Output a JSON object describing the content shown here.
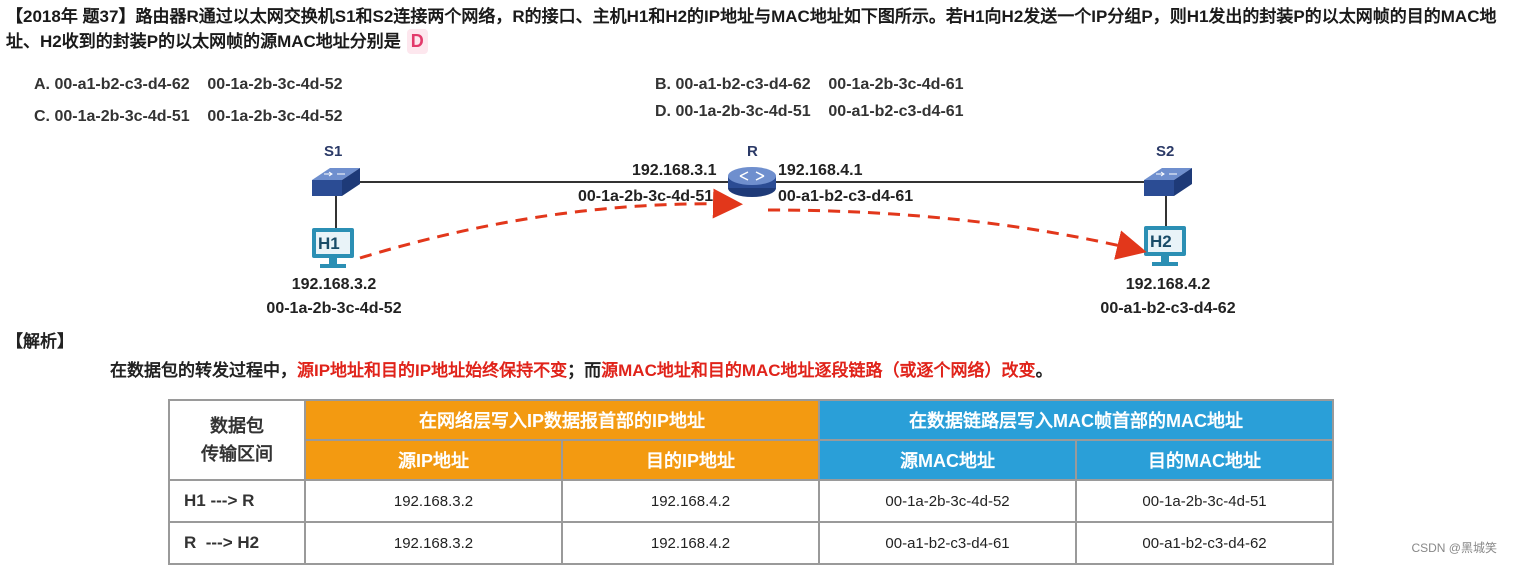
{
  "question": {
    "title": "【2018年 题37】路由器R通过以太网交换机S1和S2连接两个网络，R的接口、主机H1和H2的IP地址与MAC地址如下图所示。若H1向H2发送一个IP分组P，则H1发出的封装P的以太网帧的目的MAC地址、H2收到的封装P的以太网帧的源MAC地址分别是",
    "answer": "D",
    "options": {
      "A": "A. 00-a1-b2-c3-d4-62    00-1a-2b-3c-4d-52",
      "B": "B. 00-a1-b2-c3-d4-62    00-1a-2b-3c-4d-61",
      "C": "C. 00-1a-2b-3c-4d-51    00-1a-2b-3c-4d-52",
      "D": "D. 00-1a-2b-3c-4d-51    00-a1-b2-c3-d4-61"
    }
  },
  "diagram": {
    "s1_label": "S1",
    "s2_label": "S2",
    "r_label": "R",
    "h1_label": "H1",
    "h2_label": "H2",
    "r_left_ip": "192.168.3.1",
    "r_left_mac": "00-1a-2b-3c-4d-51",
    "r_right_ip": "192.168.4.1",
    "r_right_mac": "00-a1-b2-c3-d4-61",
    "h1_ip": "192.168.3.2",
    "h1_mac": "00-1a-2b-3c-4d-52",
    "h2_ip": "192.168.4.2",
    "h2_mac": "00-a1-b2-c3-d4-62",
    "colors": {
      "line": "#333333",
      "arrow": "#e2371b",
      "device": "#2b4c94",
      "host": "#2b8fb4"
    }
  },
  "analysis": {
    "heading": "【解析】",
    "part1": "在数据包的转发过程中，",
    "part2": "源IP地址和目的IP地址始终保持不变",
    "part3": "；而",
    "part4": "源MAC地址和目的MAC地址逐段链路（或逐个网络）改变",
    "part5": "。"
  },
  "table": {
    "segment_header_1": "数据包",
    "segment_header_2": "传输区间",
    "ip_group_header": "在网络层写入IP数据报首部的IP地址",
    "mac_group_header": "在数据链路层写入MAC帧首部的MAC地址",
    "columns": [
      "源IP地址",
      "目的IP地址",
      "源MAC地址",
      "目的MAC地址"
    ],
    "rows": [
      {
        "segment": "H1 ---> R",
        "src_ip": "192.168.3.2",
        "dst_ip": "192.168.4.2",
        "src_mac": "00-1a-2b-3c-4d-52",
        "dst_mac": "00-1a-2b-3c-4d-51"
      },
      {
        "segment": "R  ---> H2",
        "src_ip": "192.168.3.2",
        "dst_ip": "192.168.4.2",
        "src_mac": "00-a1-b2-c3-d4-61",
        "dst_mac": "00-a1-b2-c3-d4-62"
      }
    ],
    "colors": {
      "ip_header": "#f39a11",
      "mac_header": "#2a9fd8"
    }
  },
  "watermark": "CSDN @黑城笑"
}
